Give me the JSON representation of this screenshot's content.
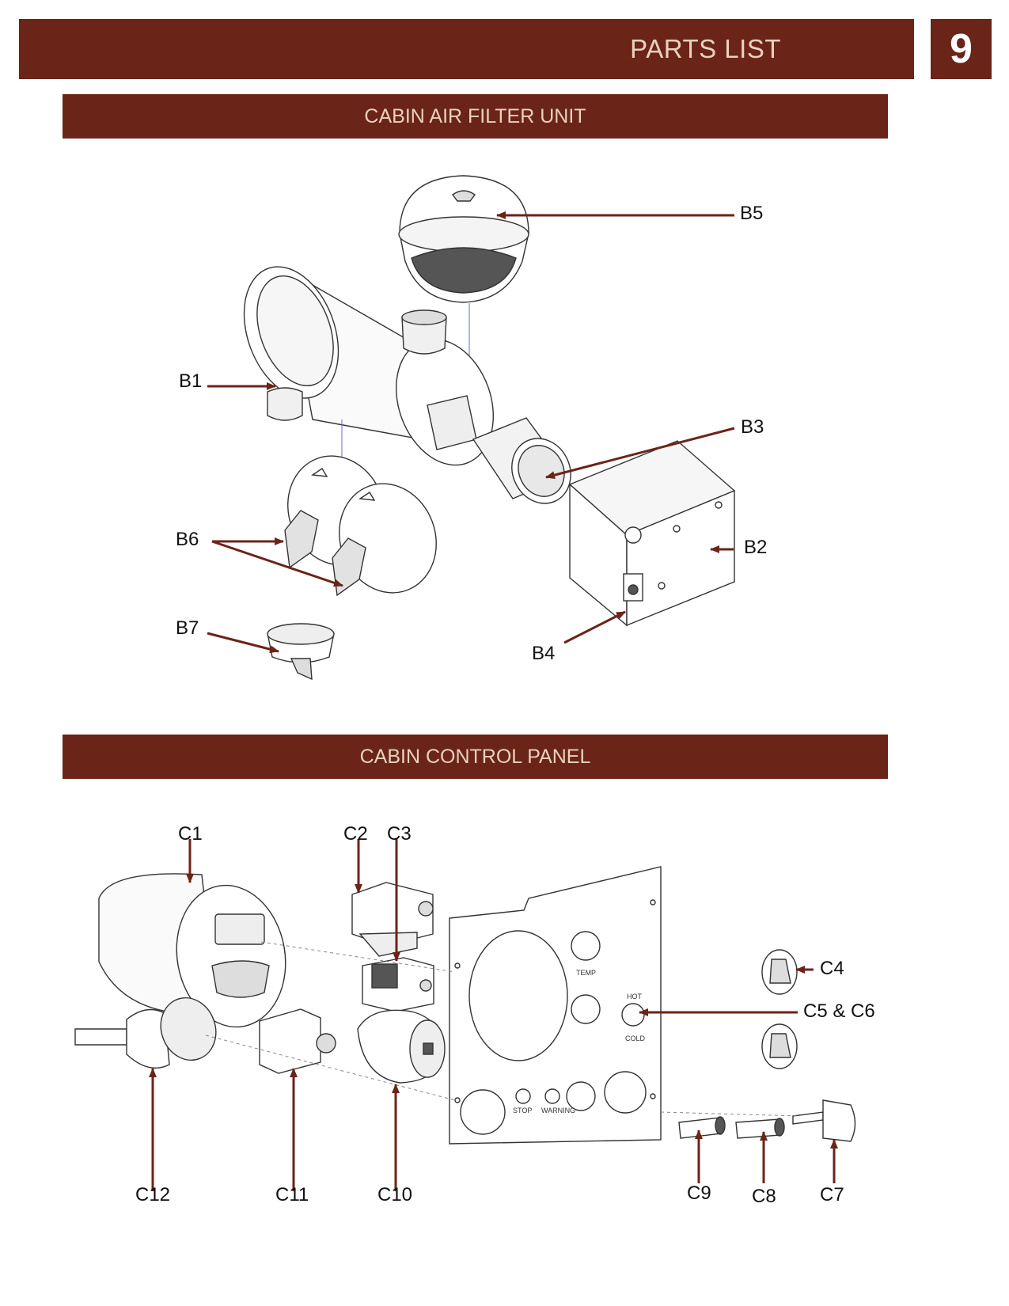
{
  "header": {
    "title": "PARTS LIST",
    "page_number": "9"
  },
  "sections": [
    {
      "title": "CABIN AIR FILTER UNIT"
    },
    {
      "title": "CABIN CONTROL PANEL"
    }
  ],
  "air_filter_callouts": {
    "b1": "B1",
    "b2": "B2",
    "b3": "B3",
    "b4": "B4",
    "b5": "B5",
    "b6": "B6",
    "b7": "B7"
  },
  "control_panel_callouts": {
    "c1": "C1",
    "c2": "C2",
    "c3": "C3",
    "c4": "C4",
    "c5_c6": "C5 & C6",
    "c7": "C7",
    "c8": "C8",
    "c9": "C9",
    "c10": "C10",
    "c11": "C11",
    "c12": "C12"
  },
  "panel_labels": {
    "temp": "TEMP",
    "hot": "HOT",
    "cold": "COLD",
    "stop": "STOP",
    "warning": "WARNING"
  },
  "colors": {
    "header_bar": "#6b2418",
    "header_text": "#e9d2bf",
    "arrow": "#6b2418"
  }
}
